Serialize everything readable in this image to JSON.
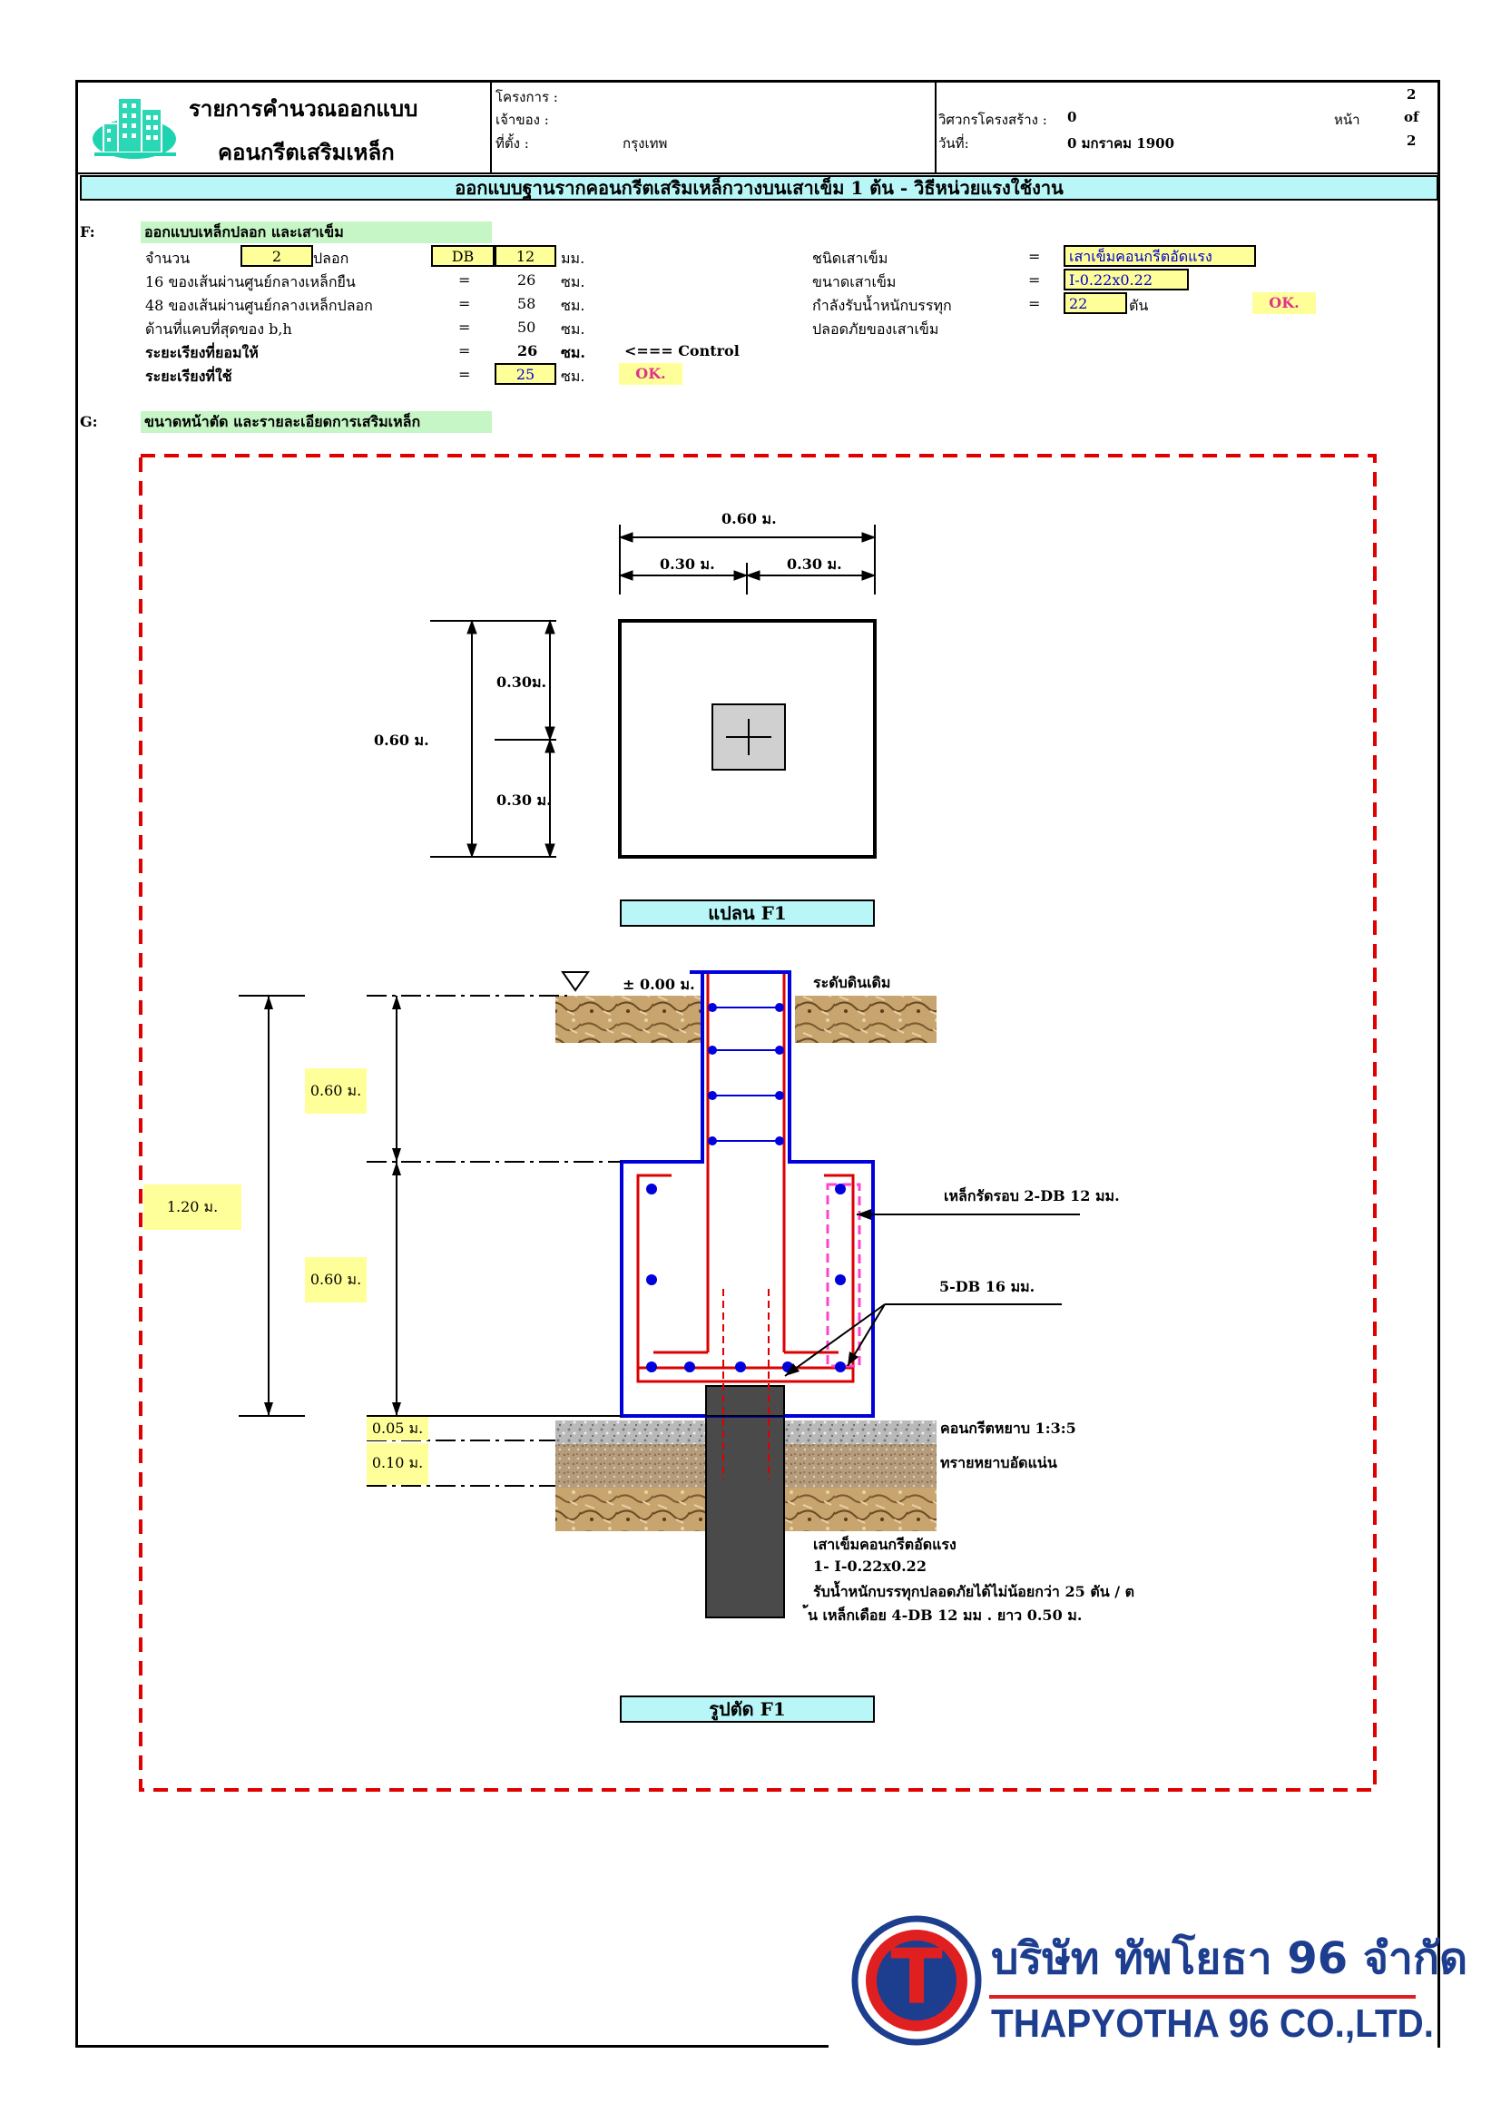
{
  "header": {
    "title_line1": "รายการคำนวณออกแบบ",
    "title_line2": "คอนกรีตเสริมเหล็ก",
    "project_label": "โครงการ :",
    "owner_label": "เจ้าของ :",
    "location_label": "ที่ตั้ง :",
    "location_value": "กรุงเทพ",
    "engineer_label": "วิศวกรโครงสร้าง :",
    "engineer_value": "0",
    "date_label": "วันที่:",
    "date_value": "0 มกราคม 1900",
    "page_label": "หน้า",
    "page_num": "2",
    "page_of": "of",
    "page_total": "2"
  },
  "banner": "ออกแบบฐานรากคอนกรีตเสริมเหล็กวางบนเสาเข็ม 1 ต้น - วิธีหน่วยแรงใช้งาน",
  "sectionF": {
    "code": "F:",
    "title": "ออกแบบเหล็กปลอก และเสาเข็ม",
    "rows": [
      {
        "label": "จำนวน",
        "v1": "2",
        "mid": "ปลอก",
        "v2": "DB",
        "v3": "12",
        "unit": "มม."
      },
      {
        "label": "16 ของเส้นผ่านศูนย์กลางเหล็กยืน",
        "eq": "=",
        "value": "26",
        "unit": "ซม."
      },
      {
        "label": "48 ของเส้นผ่านศูนย์กลางเหล็กปลอก",
        "eq": "=",
        "value": "58",
        "unit": "ซม."
      },
      {
        "label": "ด้านที่แคบที่สุดของ b,h",
        "eq": "=",
        "value": "50",
        "unit": "ซม."
      },
      {
        "label": "ระยะเรียงที่ยอมให้",
        "eq": "=",
        "value": "26",
        "unit": "ซม.",
        "note": "<=== Control"
      },
      {
        "label": "ระยะเรียงที่ใช้",
        "eq": "=",
        "value": "25",
        "unit": "ซม.",
        "status": "OK."
      }
    ],
    "pile": [
      {
        "label": "ชนิดเสาเข็ม",
        "eq": "=",
        "value": "เสาเข็มคอนกรีตอัดแรง"
      },
      {
        "label": "ขนาดเสาเข็ม",
        "eq": "=",
        "value": "I-0.22x0.22"
      },
      {
        "label": "กำลังรับน้ำหนักบรรทุก",
        "eq": "=",
        "value": "22",
        "unit": "ตัน",
        "status": "OK."
      },
      {
        "label": "ปลอดภัยของเสาเข็ม"
      }
    ]
  },
  "sectionG": {
    "code": "G:",
    "title": "ขนาดหน้าตัด และรายละเอียดการเสริมเหล็ก"
  },
  "plan": {
    "dim_total": "0.60 ม.",
    "dim_half_a": "0.30 ม.",
    "dim_half_b": "0.30 ม.",
    "dim_v_total": "0.60 ม.",
    "dim_v_a": "0.30ม.",
    "dim_v_b": "0.30 ม.",
    "caption": "แปลน F1"
  },
  "section": {
    "ground_level": "± 0.00 ม.",
    "ground_label": "ระดับดินเดิม",
    "dim_total": "1.20 ม.",
    "dim_upper": "0.60 ม.",
    "dim_lower": "0.60 ม.",
    "dim_lean": "0.05 ม.",
    "dim_sand": "0.10 ม.",
    "stirrup_label": "เหล็กรัดรอบ 2-DB 12  มม.",
    "main_bar_label": "5-DB 16 มม.",
    "lean_label": "คอนกรีตหยาบ 1:3:5",
    "sand_label": "ทรายหยาบอัดแน่น",
    "pile_note1": "เสาเข็มคอนกรีตอัดแรง",
    "pile_note2": "1- I-0.22x0.22",
    "pile_note3": "รับน้ำหนักบรรทุกปลอดภัยได้ไม่น้อยกว่า 25 ตัน / ต",
    "pile_note4": "้น เหล็กเดือย 4-DB 12 มม . ยาว 0.50 ม.",
    "caption": "รูปตัด F1"
  },
  "company": {
    "name_th": "บริษัท ทัพโยธา 96 จำกัด",
    "name_en": "THAPYOTHA 96 CO.,LTD.",
    "logo_letter": "T"
  },
  "colors": {
    "banner_bg": "#b9f6f8",
    "section_bg": "#c6f5c6",
    "input_bg": "#ffff99",
    "ok_text": "#e0338a",
    "dash_red": "#e00000",
    "concrete_outline": "#0000dd",
    "rebar_red": "#dd0000",
    "company_blue": "#1d3d8f"
  }
}
